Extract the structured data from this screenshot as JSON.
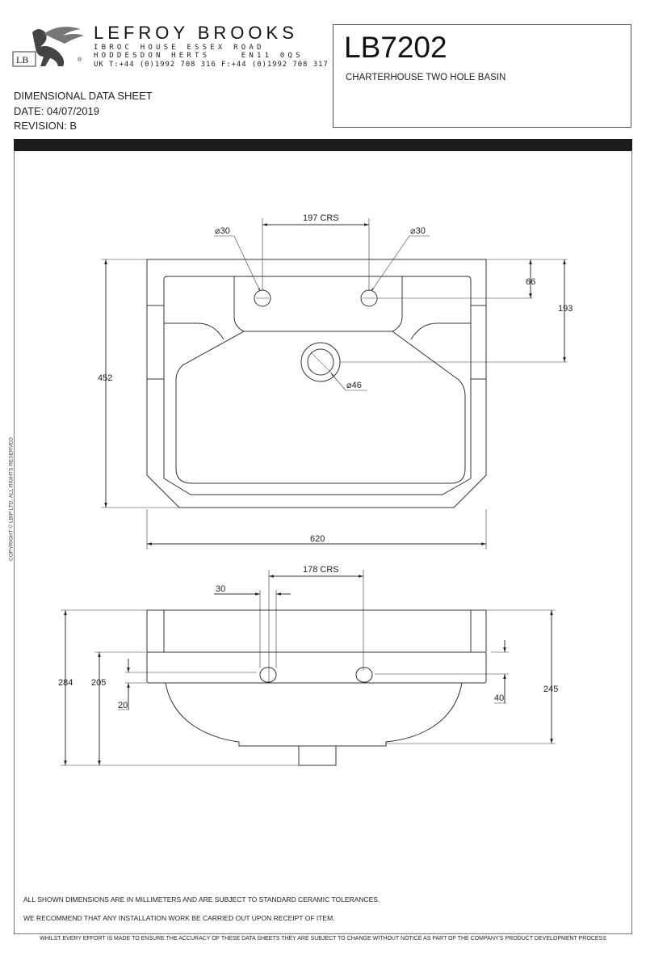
{
  "header": {
    "brand": "LEFROY BROOKS",
    "address_line1": "IBROC HOUSE ESSEX ROAD",
    "address_line2": "HODDESDON HERTS    EN11 0QS",
    "phone_line": "UK T:+44 (0)1992 708 316 F:+44 (0)1992 708 317",
    "logo_text": "LB",
    "sheet_type": "DIMENSIONAL DATA SHEET",
    "date": "DATE: 04/07/2019",
    "revision": "REVISION: B",
    "product_code": "LB7202",
    "product_name": "CHARTERHOUSE TWO HOLE BASIN"
  },
  "copyright": "COPYRIGHT © LBIP LTD. ALL RIGHTS RESERVED",
  "plan_view": {
    "tap_centres": "197 CRS",
    "tap_hole_left": "⌀30",
    "tap_hole_right": "⌀30",
    "waste": "⌀46",
    "depth": "452",
    "width": "620",
    "hole_from_back": "66",
    "waste_from_back": "193"
  },
  "side_view": {
    "tap_centres": "178 CRS",
    "hole_size": "30",
    "overall_height": "284",
    "rim_height": "205",
    "rim_offset": "20",
    "bowl_height": "245",
    "hole_height": "40"
  },
  "notes": [
    "ALL SHOWN DIMENSIONS ARE IN MILLIMETERS AND ARE SUBJECT TO STANDARD CERAMIC TOLERANCES.",
    "WE RECOMMEND THAT ANY INSTALLATION WORK BE CARRIED OUT UPON RECEIPT OF ITEM."
  ],
  "disclaimer": "WHILST EVERY EFFORT IS MADE TO ENSURE THE ACCURACY OF THESE DATA SHEETS THEY ARE SUBJECT TO CHANGE WITHOUT NOTICE AS PART OF THE COMPANY'S PRODUCT DEVELOPMENT PROCESS"
}
